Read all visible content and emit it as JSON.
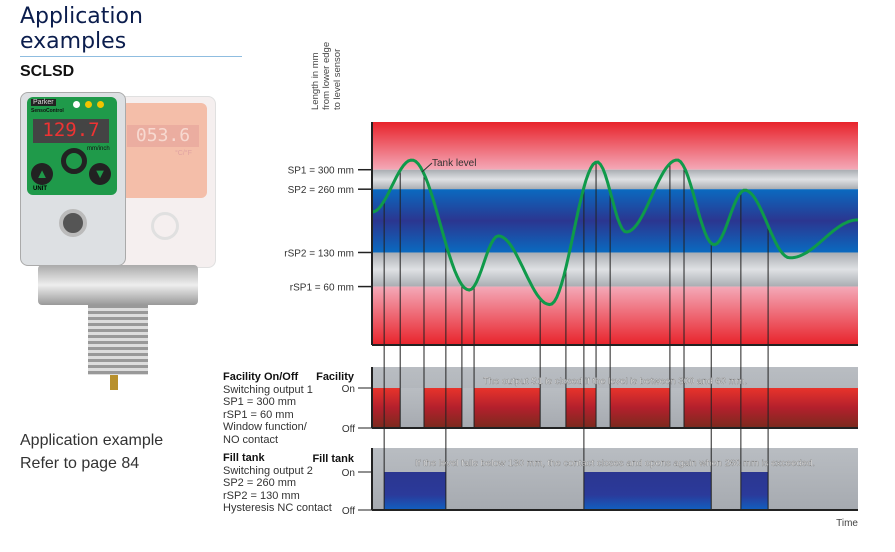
{
  "title": "Application examples",
  "model": "SCLSD",
  "application_example": {
    "line1": "Application example",
    "line2": "Refer to page 84"
  },
  "device": {
    "brand": "Parker",
    "series": "SensoControl",
    "display_main": "129.7",
    "display_secondary": "053.6",
    "unit_main": "mm/inch",
    "unit_secondary": "°C/°F",
    "button_label": "UNIT",
    "led1": "I",
    "led2": "II"
  },
  "chart_data": {
    "type": "line",
    "ylabel": "Length in mm from lower edge to level sensor",
    "ylabel_lines": [
      "Length in mm",
      "from lower edge",
      "to level sensor"
    ],
    "xlabel": "Time",
    "series_label": "Tank level",
    "thresholds": [
      {
        "label": "SP1 = 300 mm",
        "value": 300
      },
      {
        "label": "SP2 = 260 mm",
        "value": 260
      },
      {
        "label": "rSP2 = 130 mm",
        "value": 130
      },
      {
        "label": "rSP1 = 60 mm",
        "value": 60
      }
    ],
    "ylim": [
      -60,
      398
    ],
    "xlim": [
      0,
      100
    ],
    "tank_level": [
      [
        0,
        213
      ],
      [
        8.2,
        320
      ],
      [
        20,
        53
      ],
      [
        26,
        164
      ],
      [
        36.6,
        23
      ],
      [
        46.3,
        316
      ],
      [
        52.3,
        172
      ],
      [
        62.8,
        320
      ],
      [
        70.4,
        146
      ],
      [
        76.7,
        258
      ],
      [
        86,
        119
      ],
      [
        100,
        197
      ]
    ],
    "facility": {
      "title": "Facility On/Off",
      "details": [
        "Switching output 1",
        "SP1 = 300 mm",
        "rSP1 = 60 mm",
        "Window function/",
        "NO contact"
      ],
      "axis_title": "Facility",
      "on": "On",
      "off": "Off",
      "note": "The output S1 is closed if the level is between 300 and 60 mm.",
      "off_intervals": [
        [
          5.8,
          10.7
        ],
        [
          18.5,
          21
        ],
        [
          34.6,
          39.9
        ],
        [
          46.1,
          49
        ],
        [
          61.3,
          64.2
        ]
      ],
      "color": "#d42a2a"
    },
    "fill_tank": {
      "title": "Fill tank",
      "details": [
        "Switching output 2",
        "SP2 = 260 mm",
        "rSP2 = 130 mm",
        "Hysteresis NC contact"
      ],
      "axis_title": "Fill tank",
      "on": "On",
      "off": "Off",
      "note": "If the level falls below 130 mm, the contact closes and opens again when 260 mm is exceeded.",
      "on_intervals": [
        [
          2.5,
          15.2
        ],
        [
          43.6,
          69.8
        ],
        [
          75.9,
          81.5
        ]
      ],
      "color": "#2a3a9a"
    },
    "line_color": "#0f9a4a"
  }
}
